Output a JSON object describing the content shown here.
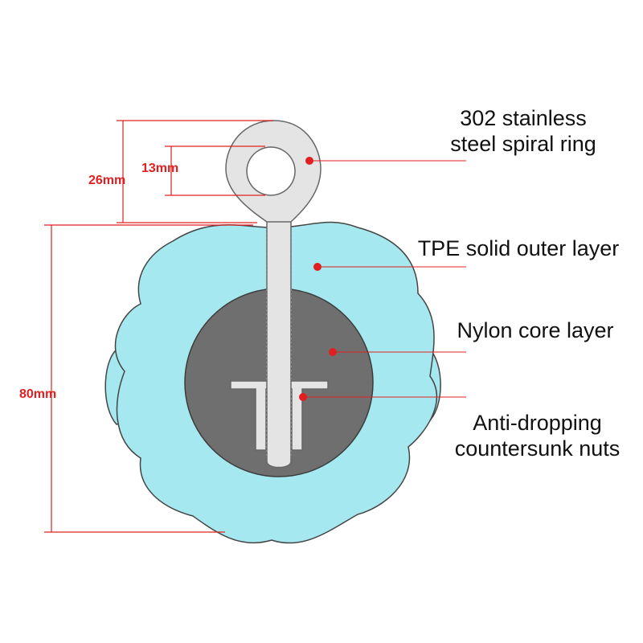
{
  "diagram": {
    "dimensions": {
      "ring_height": "26mm",
      "ring_hole": "13mm",
      "body_height": "80mm"
    },
    "callouts": [
      {
        "id": "ring",
        "lines": [
          "302 stainless",
          "steel spiral ring"
        ]
      },
      {
        "id": "outer",
        "lines": [
          "TPE solid outer layer"
        ]
      },
      {
        "id": "core",
        "lines": [
          "Nylon core layer"
        ]
      },
      {
        "id": "nuts",
        "lines": [
          "Anti-dropping",
          "countersunk nuts"
        ]
      }
    ]
  },
  "colors": {
    "outer_layer": "#a6e8ef",
    "core": "#6f6f6f",
    "metal": "#e4e4e4",
    "dimension": "#e02020",
    "outline": "#444444"
  }
}
